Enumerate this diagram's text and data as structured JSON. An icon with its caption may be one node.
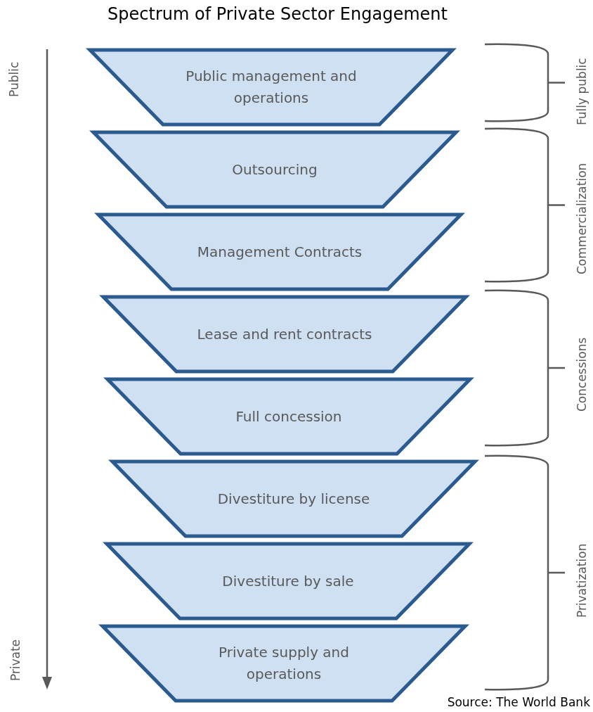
{
  "diagram": {
    "title": "Spectrum of Private Sector Engagement",
    "nodes": [
      {
        "text": [
          "Public management and operations"
        ]
      },
      {
        "text": [
          "Outsourcing"
        ]
      },
      {
        "text": [
          "Management Contracts"
        ]
      },
      {
        "text": [
          "Lease and rent contracts"
        ]
      },
      {
        "text": [
          "Full concession"
        ]
      },
      {
        "text": [
          "Divestiture by license"
        ]
      },
      {
        "text": [
          "Divestiture by sale"
        ]
      },
      {
        "text": [
          "Private supply and operations"
        ]
      }
    ],
    "edges": [],
    "labels": [
      "Public",
      "Private",
      "Fully public",
      "Commercialization",
      "Concessions",
      "Privatization"
    ],
    "caption": "Source: The World Bank"
  }
}
